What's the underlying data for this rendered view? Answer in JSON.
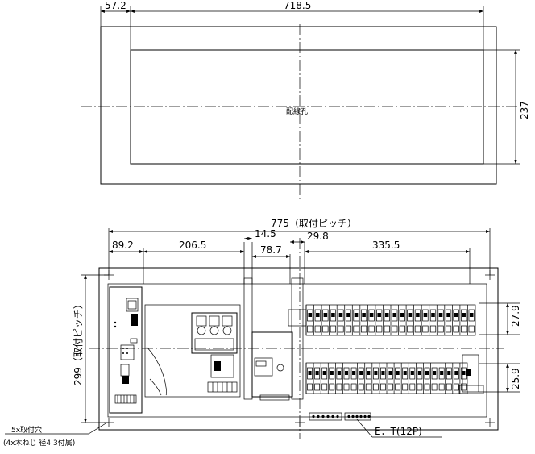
{
  "top_view": {
    "dim_left_margin": "57.2",
    "dim_width": "718.5",
    "dim_height": "237",
    "hole_label": "配線孔"
  },
  "front_view": {
    "dim_pitch_width": "775（取付ピッチ）",
    "dim_a": "89.2",
    "dim_b": "206.5",
    "dim_c": "14.5",
    "dim_d": "78.7",
    "dim_e": "29.8",
    "dim_f": "335.5",
    "dim_pitch_height": "299（取付ピッチ）",
    "dim_top_row": "27.9",
    "dim_bottom_row": "25.9",
    "mount_hole_label_line1": "5x取付穴",
    "mount_hole_label_line2": "(4x木ねじ 径4.3付属)",
    "terminal_label": "E．T(12P)"
  }
}
